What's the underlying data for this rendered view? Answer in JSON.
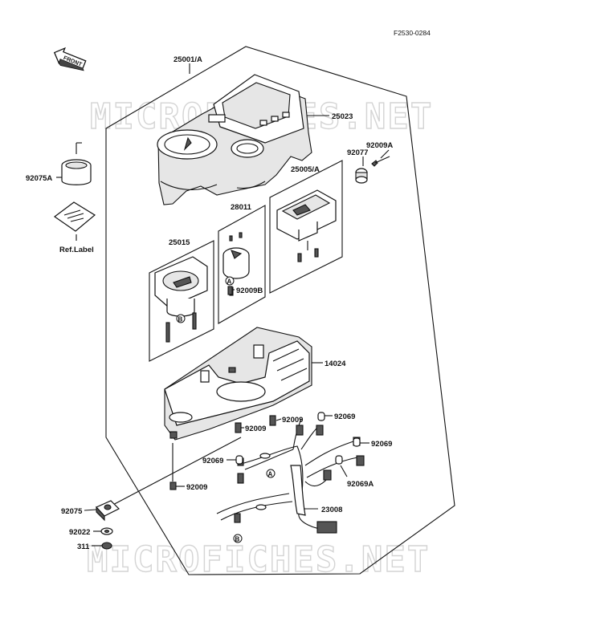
{
  "drawing_code": "F2530-0284",
  "watermarks": [
    "MICROFICHES.NET",
    "MICROFICHES.NET"
  ],
  "front_arrow_text": "FRONT",
  "ref_label_text": "Ref.Label",
  "parts": {
    "meter_assy": "25001/A",
    "cover": "25023",
    "bolt_92009A": "92009A",
    "knob_92077": "92077",
    "meter_25005A": "25005/A",
    "lamp_cap": "92075A",
    "meter_28011": "28011",
    "meter_25015": "25015",
    "screw_92009B": "92009B",
    "case_14024": "14024",
    "screw_92009_a": "92009",
    "screw_92009_b": "92009",
    "screw_92009_c": "92009",
    "socket_92069_a": "92069",
    "socket_92069_b": "92069",
    "socket_92069_c": "92069",
    "socket_92069A": "92069A",
    "damper_92075": "92075",
    "washer_92022": "92022",
    "nut_311": "311",
    "harness_23008": "23008"
  },
  "callouts": {
    "a": "A",
    "b": "B"
  }
}
